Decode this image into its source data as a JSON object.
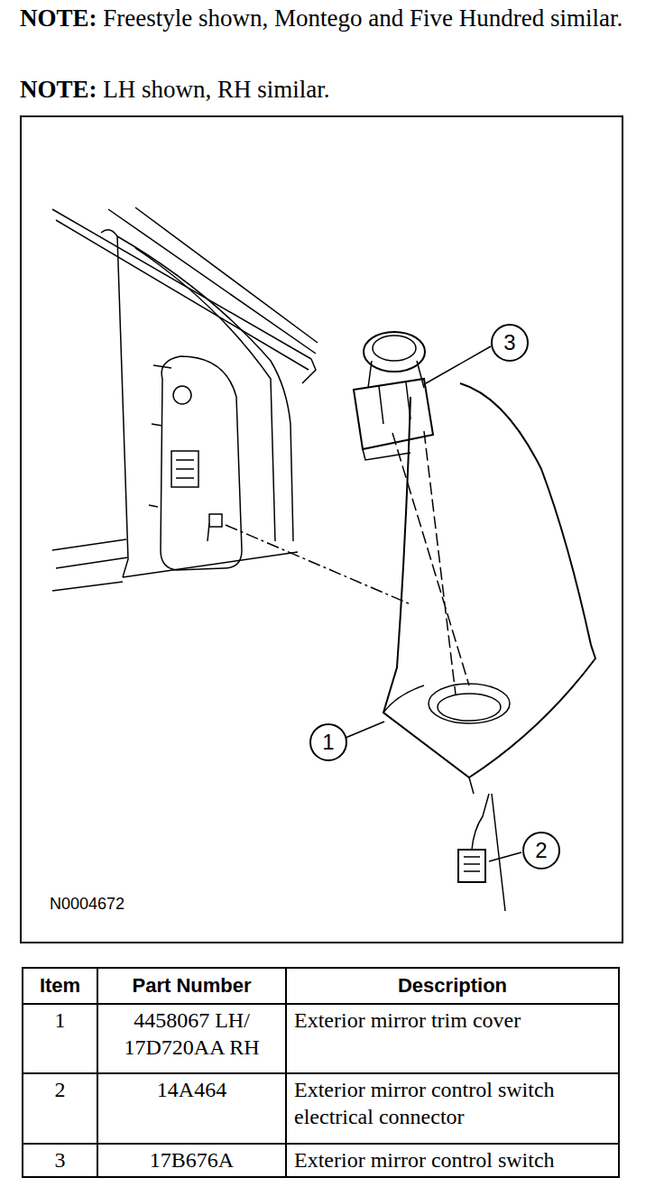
{
  "diagram": {
    "nodes": [
      {
        "text": [
          "3"
        ]
      },
      {
        "text": [
          "1"
        ]
      },
      {
        "text": [
          "2"
        ]
      }
    ],
    "labels": [
      "NOTE:",
      "Freestyle shown, Montego and Five Hundred similar.",
      "NOTE:",
      "LH shown, RH similar.",
      "N0004672",
      "Item",
      "Part Number",
      "Description",
      "1",
      "4458067 LH/ 17D720AA RH",
      "Exterior mirror trim cover",
      "2",
      "14A464",
      "Exterior mirror control switch electrical connector",
      "3",
      "17B676A",
      "Exterior mirror control switch"
    ]
  }
}
